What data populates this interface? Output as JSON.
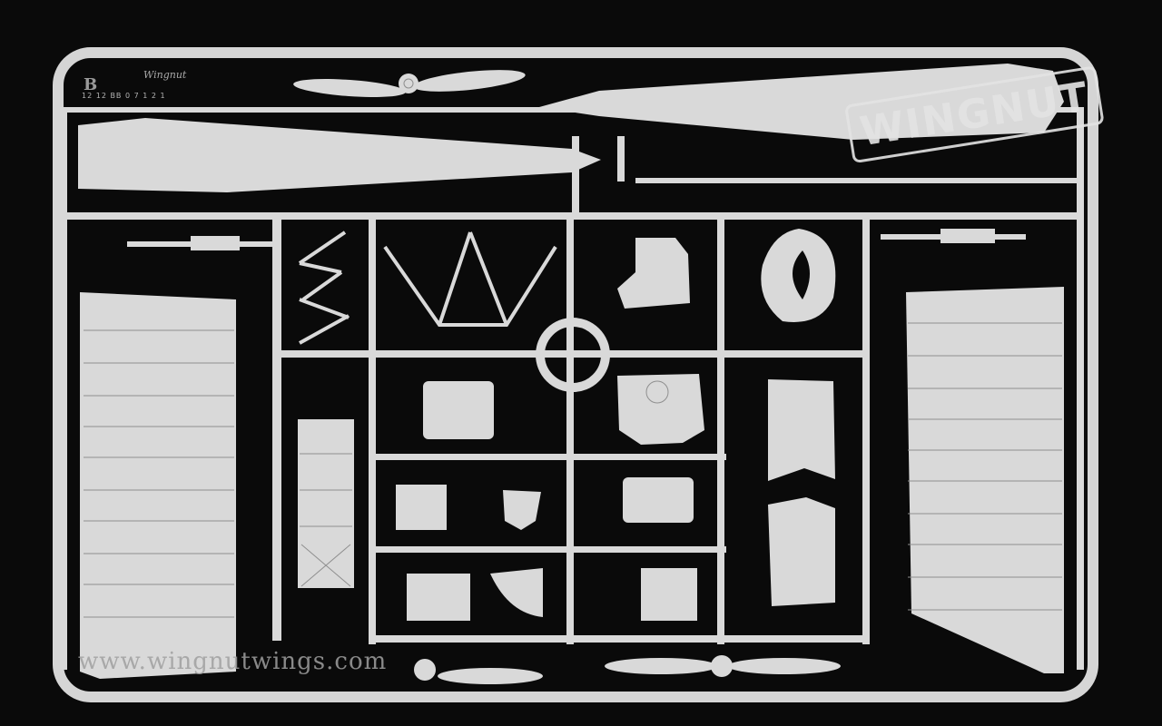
{
  "photo": {
    "subject": "plastic model kit sprue with aircraft parts",
    "background_color": "#0a0a0a",
    "plastic_color": "#d9d9d9"
  },
  "sprue": {
    "letter": "B",
    "code": "12 12 BB 0 7 1 2 1",
    "brand_small": "Wingnut"
  },
  "logo": {
    "text": "WINGNUT"
  },
  "watermark": {
    "text": "www.wingnutwings.com"
  }
}
